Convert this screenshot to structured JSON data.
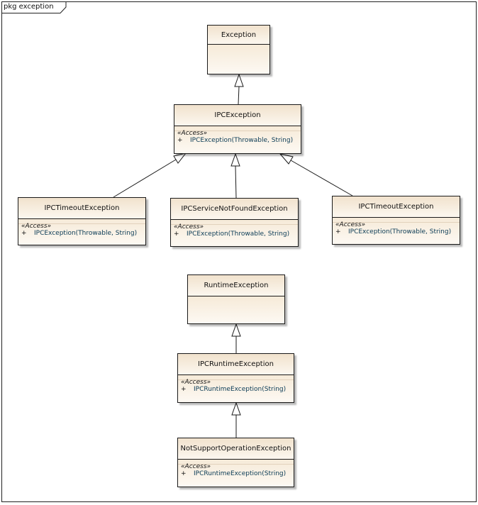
{
  "package": {
    "label": "pkg exception"
  },
  "classes": {
    "exception": {
      "name": "Exception"
    },
    "ipc_exception": {
      "name": "IPCException",
      "stereotype": "«Access»",
      "operations": [
        {
          "visibility": "+",
          "signature": "IPCException(Throwable, String)"
        }
      ]
    },
    "ipc_timeout_left": {
      "name": "IPCTimeoutException",
      "stereotype": "«Access»",
      "operations": [
        {
          "visibility": "+",
          "signature": "IPCException(Throwable, String)"
        }
      ]
    },
    "ipc_service_not_found": {
      "name": "IPCServiceNotFoundException",
      "stereotype": "«Access»",
      "operations": [
        {
          "visibility": "+",
          "signature": "IPCException(Throwable, String)"
        }
      ]
    },
    "ipc_timeout_right": {
      "name": "IPCTimeoutException",
      "stereotype": "«Access»",
      "operations": [
        {
          "visibility": "+",
          "signature": "IPCException(Throwable, String)"
        }
      ]
    },
    "runtime_exception": {
      "name": "RuntimeException"
    },
    "ipc_runtime_exception": {
      "name": "IPCRuntimeException",
      "stereotype": "«Access»",
      "operations": [
        {
          "visibility": "+",
          "signature": "IPCRuntimeException(String)"
        }
      ]
    },
    "not_support_operation": {
      "name": "NotSupportOperationException",
      "stereotype": "«Access»",
      "operations": [
        {
          "visibility": "+",
          "signature": "IPCRuntimeException(String)"
        }
      ]
    }
  },
  "relations": [
    {
      "type": "generalization",
      "from": "IPCException",
      "to": "Exception"
    },
    {
      "type": "generalization",
      "from": "IPCTimeoutException",
      "to": "IPCException"
    },
    {
      "type": "generalization",
      "from": "IPCServiceNotFoundException",
      "to": "IPCException"
    },
    {
      "type": "generalization",
      "from": "IPCTimeoutException",
      "to": "IPCException"
    },
    {
      "type": "generalization",
      "from": "IPCRuntimeException",
      "to": "RuntimeException"
    },
    {
      "type": "generalization",
      "from": "NotSupportOperationException",
      "to": "IPCRuntimeException"
    }
  ],
  "colors": {
    "class_fill": "#f8efe2",
    "header_fill": "#f1e2cd",
    "border": "#1a1a1a",
    "operation_text": "#0a3b56"
  }
}
